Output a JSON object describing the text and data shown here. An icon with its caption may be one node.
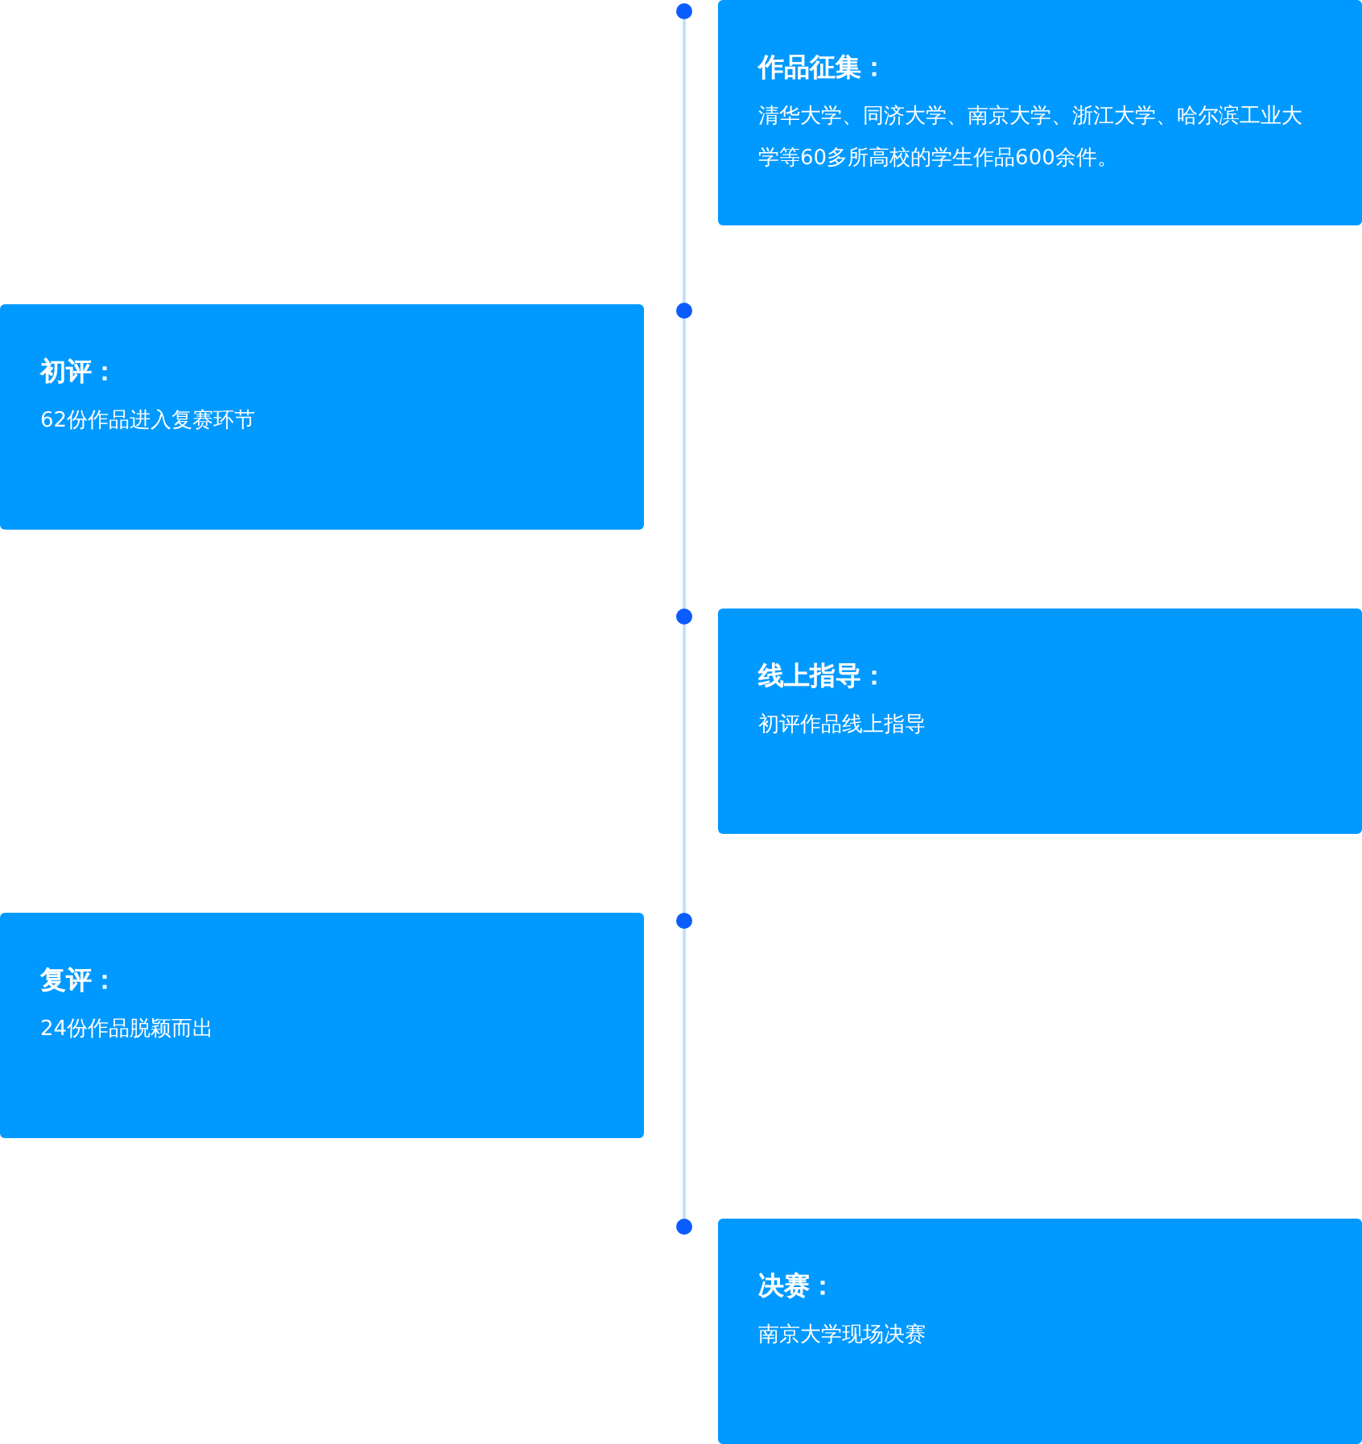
{
  "diagram": {
    "nodes": [
      {
        "text": [
          "作品征集：",
          "清华大学、同济大学、南京大学、浙江大学、哈尔滨工业大学等60多所高校的学生作品600余件。"
        ]
      },
      {
        "text": [
          "初评：",
          "62份作品进入复赛环节"
        ]
      },
      {
        "text": [
          "线上指导：",
          "初评作品线上指导"
        ]
      },
      {
        "text": [
          "复评：",
          "24份作品脱颖而出"
        ]
      },
      {
        "text": [
          "决赛：",
          "南京大学现场决赛"
        ]
      },
      {
        "text": [],
        "shape": "circle"
      },
      {
        "text": [],
        "shape": "circle"
      },
      {
        "text": [],
        "shape": "circle"
      },
      {
        "text": [],
        "shape": "circle"
      },
      {
        "text": [],
        "shape": "circle"
      }
    ],
    "edges": [
      {
        "from": 5,
        "to": 6,
        "arrow": "none"
      },
      {
        "from": 6,
        "to": 7,
        "arrow": "none"
      },
      {
        "from": 7,
        "to": 8,
        "arrow": "none"
      },
      {
        "from": 8,
        "to": 9,
        "arrow": "none"
      }
    ]
  }
}
